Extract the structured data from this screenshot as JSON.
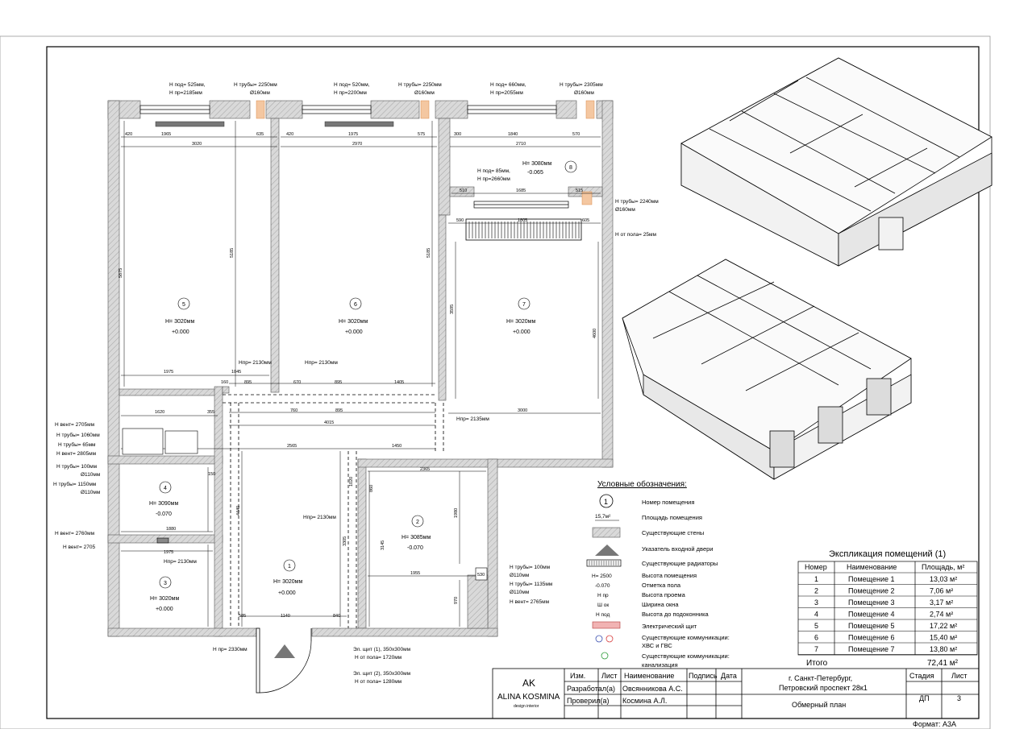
{
  "annotations": {
    "top": [
      {
        "a": "Н под= 525мм,",
        "b": "Н пр=2185мм"
      },
      {
        "a": "Н трубы= 2250мм",
        "b": "Ø160мм"
      },
      {
        "a": "Н под= 520мм,",
        "b": "Н пр=2200мм"
      },
      {
        "a": "Н трубы= 2250мм",
        "b": "Ø160мм"
      },
      {
        "a": "Н под= 660мм,",
        "b": "Н пр=2055мм"
      },
      {
        "a": "Н трубы= 2305мм",
        "b": "Ø160мм"
      }
    ],
    "left": [
      "Н вент= 2705мм",
      "Н трубы= 1060мм",
      "Н трубы= 65мм",
      "Н вент= 2805мм",
      "Н трубы= 100мм",
      "Ø110мм",
      "Н трубы= 1150мм",
      "Ø110мм",
      "Н вент= 2760мм",
      "Н вент= 2705"
    ],
    "right": [
      "Н трубы= 2240мм",
      "Ø160мм",
      "Н от пола= 25мм",
      "Н трубы= 100мм",
      "Ø110мм",
      "Н трубы= 1135мм",
      "Ø110мм",
      "Н вент= 2765мм",
      "Нпр= 2135мм"
    ],
    "inner": {
      "npr1": "Нпр= 2130мм",
      "npr2": "Нпр= 2130мм",
      "npr3": "Нпр= 2130мм",
      "npr4": "Нпр= 2130мм",
      "room8a": "Н под= 85мм,",
      "room8b": "Н пр=2660мм",
      "room8h": "Н= 3080мм",
      "room8l": "-0.065",
      "bottom_npr": "Н пр= 2330мм",
      "el1a": "Эл. щит (1), 350х300мм",
      "el1b": "Н от пола= 1720мм",
      "el2a": "Эл. щит (2), 350х300мм",
      "el2b": "Н от пола= 1280мм"
    }
  },
  "rooms": [
    {
      "num": "1",
      "h": "Н= 3020мм",
      "lvl": "+0.000"
    },
    {
      "num": "2",
      "h": "Н= 3085мм",
      "lvl": "-0.070"
    },
    {
      "num": "3",
      "h": "Н= 3020мм",
      "lvl": "+0.000"
    },
    {
      "num": "4",
      "h": "Н= 3090мм",
      "lvl": "-0.070"
    },
    {
      "num": "5",
      "h": "Н= 3020мм",
      "lvl": "+0.000"
    },
    {
      "num": "6",
      "h": "Н= 3020мм",
      "lvl": "+0.000"
    },
    {
      "num": "7",
      "h": "Н= 3020мм",
      "lvl": "+0.000"
    },
    {
      "num": "8"
    }
  ],
  "dims": {
    "d1": "1965",
    "d2": "635",
    "d3": "420",
    "d4": "1975",
    "d5": "575",
    "d6": "300",
    "d7": "1840",
    "d8": "570",
    "d9": "3020",
    "d10": "2970",
    "d11": "2710",
    "d12": "420",
    "d13": "510",
    "d14": "1685",
    "d15": "515",
    "d16": "590",
    "d17": "1805",
    "d18": "605",
    "d19": "5875",
    "d20": "5185",
    "d21": "5185",
    "d22": "3595",
    "d23": "4600",
    "d24": "1975",
    "d25": "1045",
    "d26": "895",
    "d27": "670",
    "d28": "895",
    "d29": "1405",
    "d30": "1620",
    "d31": "355",
    "d32": "4015",
    "d33": "2565",
    "d34": "1450",
    "d35": "3000",
    "d36": "2365",
    "d37": "1880",
    "d38": "1975",
    "d39": "4440",
    "d40": "3305",
    "d41": "3145",
    "d42": "1140",
    "d43": "840",
    "d44": "585",
    "d45": "1955",
    "d46": "530",
    "d47": "1980",
    "d48": "970",
    "d49": "1020",
    "d50": "860",
    "d51": "760",
    "d52": "160",
    "d53": "150",
    "d54": "895"
  },
  "legend": {
    "title": "Условные обозначения:",
    "circle_num": "1",
    "area_sample": "15,7м²",
    "h_sample": "Н= 2500",
    "lvl_sample": "-0.070",
    "npr_sample": "Н пр",
    "shok_sample": "Ш ок",
    "npod_sample": "Н под",
    "items": [
      "Номер помещения",
      "Площадь помещения",
      "Существующие стены",
      "Указатель входной двери",
      "Существующие радиаторы",
      "Высота помещения",
      "Отметка пола",
      "Высота проема",
      "Ширина окна",
      "Высота до подоконника",
      "Электрический щит",
      "Существующие коммуникации:",
      "ХВС и ГВС",
      "Существующие коммуникации:",
      "канализация"
    ]
  },
  "explication": {
    "title": "Экспликация помещений (1)",
    "headers": [
      "Номер",
      "Наименование",
      "Площадь, м²"
    ],
    "rows": [
      [
        "1",
        "Помещение 1",
        "13,03 м²"
      ],
      [
        "2",
        "Помещение 2",
        "7,06 м²"
      ],
      [
        "3",
        "Помещение 3",
        "3,17 м²"
      ],
      [
        "4",
        "Помещение 4",
        "2,74 м²"
      ],
      [
        "5",
        "Помещение 5",
        "17,22 м²"
      ],
      [
        "6",
        "Помещение 6",
        "15,40 м²"
      ],
      [
        "7",
        "Помещение 7",
        "13,80 м²"
      ]
    ],
    "total_label": "Итого",
    "total_value": "72,41 м²"
  },
  "title_block": {
    "logo_name": "ALINA KOSMINA",
    "logo_sub": "design interior",
    "h_izm": "Изм.",
    "h_list": "Лист",
    "h_name": "Наименование",
    "h_sign": "Подпись",
    "h_date": "Дата",
    "dev_role": "Разработал(а)",
    "dev_name": "Овсянникова А.С.",
    "chk_role": "Проверил(а)",
    "chk_name": "Космина А.Л.",
    "address1": "г. Санкт-Петербург,",
    "address2": "Петровский проспект 28к1",
    "sheet_title": "Обмерный план",
    "stage_h": "Стадия",
    "list_h": "Лист",
    "stage": "ДП",
    "list": "3",
    "format": "Формат: А3А"
  },
  "colors": {
    "wall": "#d9d9d9",
    "pipe": "#f4c7a1",
    "shield": "#f1b3b3",
    "hvs": "#3b50b0",
    "gvs": "#d83c3c",
    "kan": "#2e9b3a"
  }
}
